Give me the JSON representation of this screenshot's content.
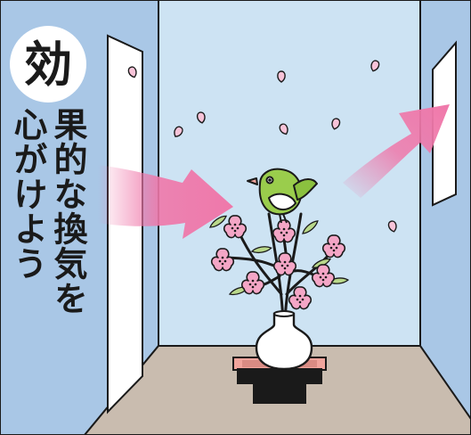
{
  "badge": {
    "character": "効"
  },
  "caption": {
    "line1": "果的な換気を",
    "line2": "心がけよう"
  },
  "colors": {
    "outer_wall": "#a9c7e6",
    "back_wall": "#cde3f3",
    "floor": "#c9bcaf",
    "window": "#ffffff",
    "airflow_arrow": "#ef78aa",
    "blossom": "#f4a6c6",
    "bird": "#9acd4c",
    "vase_stand": "#f0a49c",
    "vase_base": "#1a1a1a"
  },
  "icons": [
    "airflow-arrow-icon",
    "window-icon",
    "peach-blossom-icon",
    "bird-icon",
    "vase-icon",
    "petal-icon"
  ]
}
